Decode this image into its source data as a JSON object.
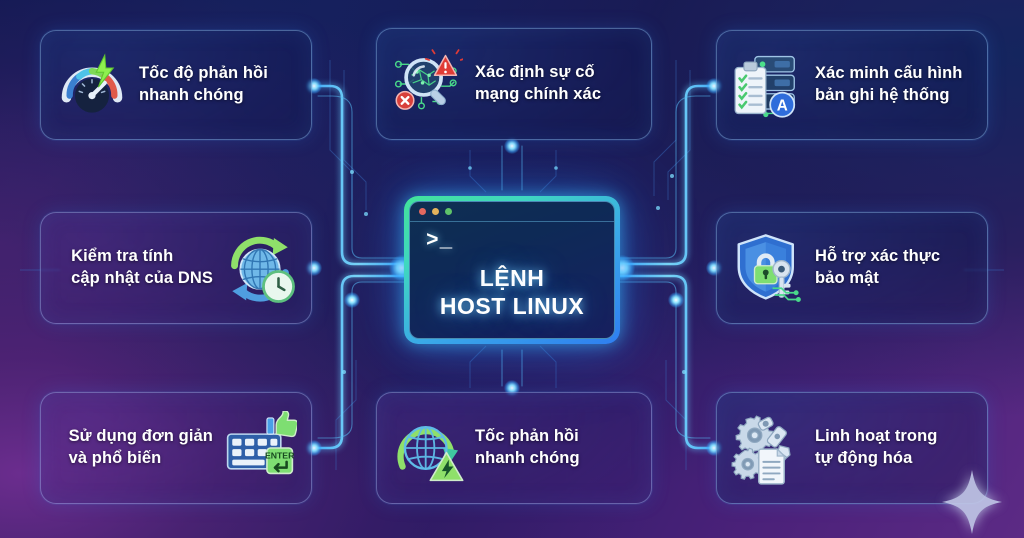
{
  "theme": {
    "accent_cyan": "#5ec8ff",
    "accent_green": "#43e39a",
    "bg_navy": "#101a52",
    "bg_purple": "#6b2d8e",
    "text_white": "#ffffff"
  },
  "center": {
    "title": "LỆNH\nHOST LINUX",
    "prompt": ">_",
    "window_dots": [
      "#e2695f",
      "#e3b35c",
      "#5fc36a"
    ]
  },
  "cards": [
    {
      "id": "card-speed",
      "label": "Tốc độ phản hồi\nnhanh chóng",
      "icon": "speedometer-icon",
      "icon_side": "left"
    },
    {
      "id": "card-detect",
      "label": "Xác định sự cố\nmạng chính xác",
      "icon": "magnifier-network-icon",
      "icon_side": "left"
    },
    {
      "id": "card-verify",
      "label": "Xác minh cấu hình\nbản ghi hệ thống",
      "icon": "server-checklist-icon",
      "icon_side": "left"
    },
    {
      "id": "card-dns",
      "label": "Kiểm tra tính\ncập nhật của DNS",
      "icon": "globe-refresh-clock-icon",
      "icon_side": "right"
    },
    {
      "id": "card-auth",
      "label": "Hỗ trợ xác thực\nbảo mật",
      "icon": "shield-lock-key-icon",
      "icon_side": "left"
    },
    {
      "id": "card-simple",
      "label": "Sử dụng đơn giản\nvà phổ biến",
      "icon": "keyboard-enter-thumbsup-icon",
      "icon_side": "right"
    },
    {
      "id": "card-fast",
      "label": "Tốc phản hồi\nnhanh chóng",
      "icon": "globe-arrow-bolt-icon",
      "icon_side": "left"
    },
    {
      "id": "card-automation",
      "label": "Linh hoạt trong\ntự động hóa",
      "icon": "robot-arm-gears-document-icon",
      "icon_side": "left"
    }
  ],
  "decoration": {
    "sparkle": "four-point-star-icon",
    "enter_key_label": "ENTER",
    "record_badge_label": "A"
  }
}
